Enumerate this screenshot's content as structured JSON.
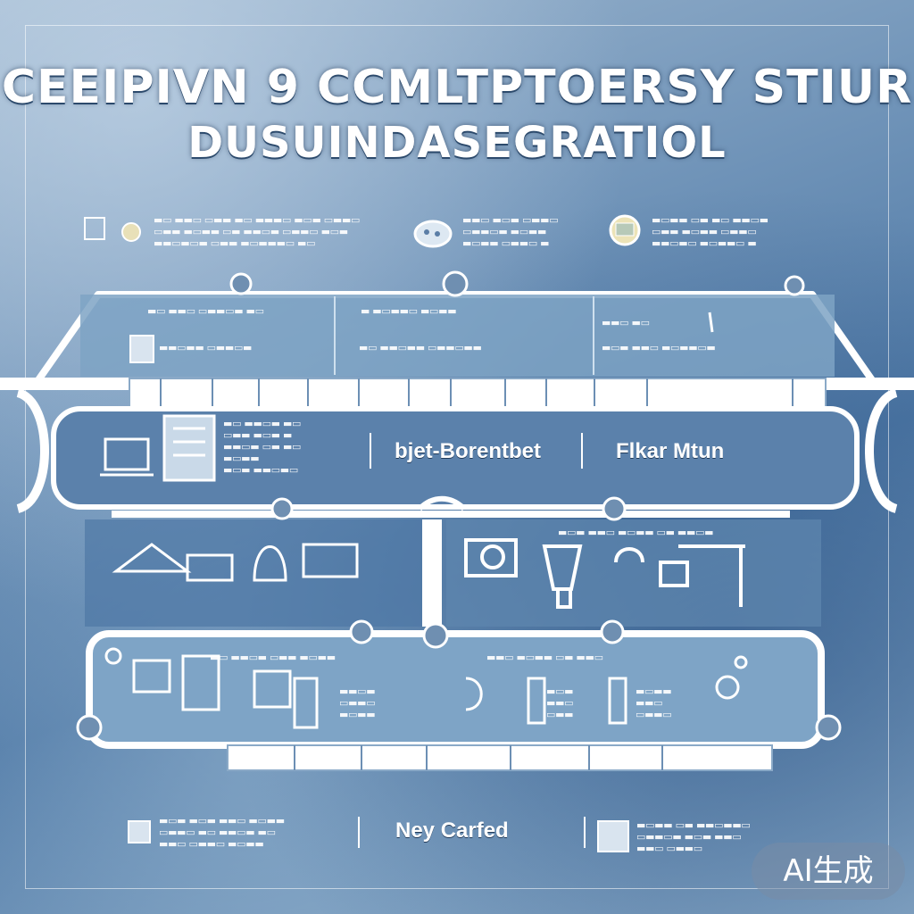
{
  "title": {
    "line1": "CEEIPIVN 9 CCMLTPTOERSY STIUR",
    "line2": "DUSUINDASEGRATIOL"
  },
  "labels": {
    "mid_left": "bjet-Borentbet",
    "mid_right": "Flkar  Mtun",
    "bottom_center": "Ney Carfed"
  },
  "watermark": "AI生成",
  "colors": {
    "accent": "#ffffff",
    "panel": "#6d93b8",
    "background": "#5f86ad"
  },
  "icons": {
    "top_left": "document-icon",
    "top_mid": "network-icon",
    "top_right": "gear-icon",
    "mid_a": "computer-icon",
    "mid_b": "document-icon",
    "lower_left": "machine-icon",
    "lower_right": "camera-icon",
    "bottom_left": "server-icon",
    "bottom_right": "document-icon"
  }
}
